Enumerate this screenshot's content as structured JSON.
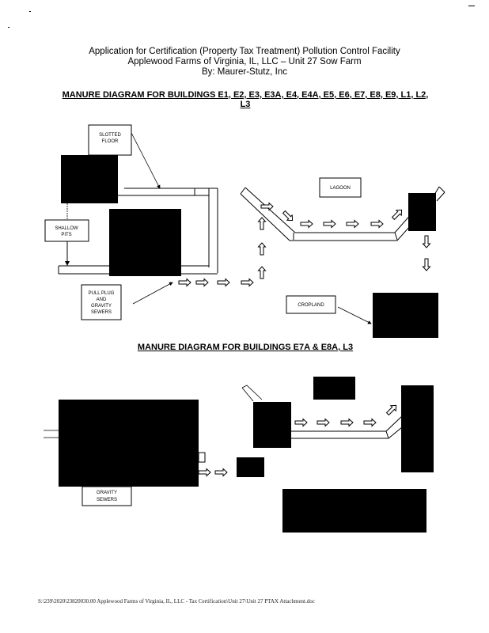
{
  "header": {
    "title": "Application for Certification (Property Tax Treatment) Pollution Control Facility",
    "subtitle": "Applewood Farms of Virginia, IL, LLC – Unit 27 Sow Farm",
    "author": "By: Maurer-Stutz, Inc"
  },
  "diagram1": {
    "title": "MANURE DIAGRAM FOR BUILDINGS E1, E2, E3, E3A, E4, E4A, E5, E6, E7, E8, E9, L1, L2,",
    "title_line2": "L3",
    "labels": {
      "slotted_floor_1": "SLOTTED",
      "slotted_floor_2": "FLOOR",
      "shallow_pits_1": "SHALLOW",
      "shallow_pits_2": "PITS",
      "pull_plug_1": "PULL PLUG",
      "pull_plug_2": "AND",
      "pull_plug_3": "GRAVITY",
      "pull_plug_4": "SEWERS",
      "lagoon": "LAGOON",
      "cropland": "CROPLAND"
    }
  },
  "diagram2": {
    "title": "MANURE DIAGRAM FOR BUILDINGS E7A & E8A, L3",
    "labels": {
      "gravity_sewers_1": "GRAVITY",
      "gravity_sewers_2": "SEWERS"
    }
  },
  "footer": {
    "path": "S:\\239\\2020\\23820030.00 Applewood Farms of Virginia, IL, LLC - Tax Certification\\Unit 27\\Unit 27 PTAX Attachment.doc"
  }
}
